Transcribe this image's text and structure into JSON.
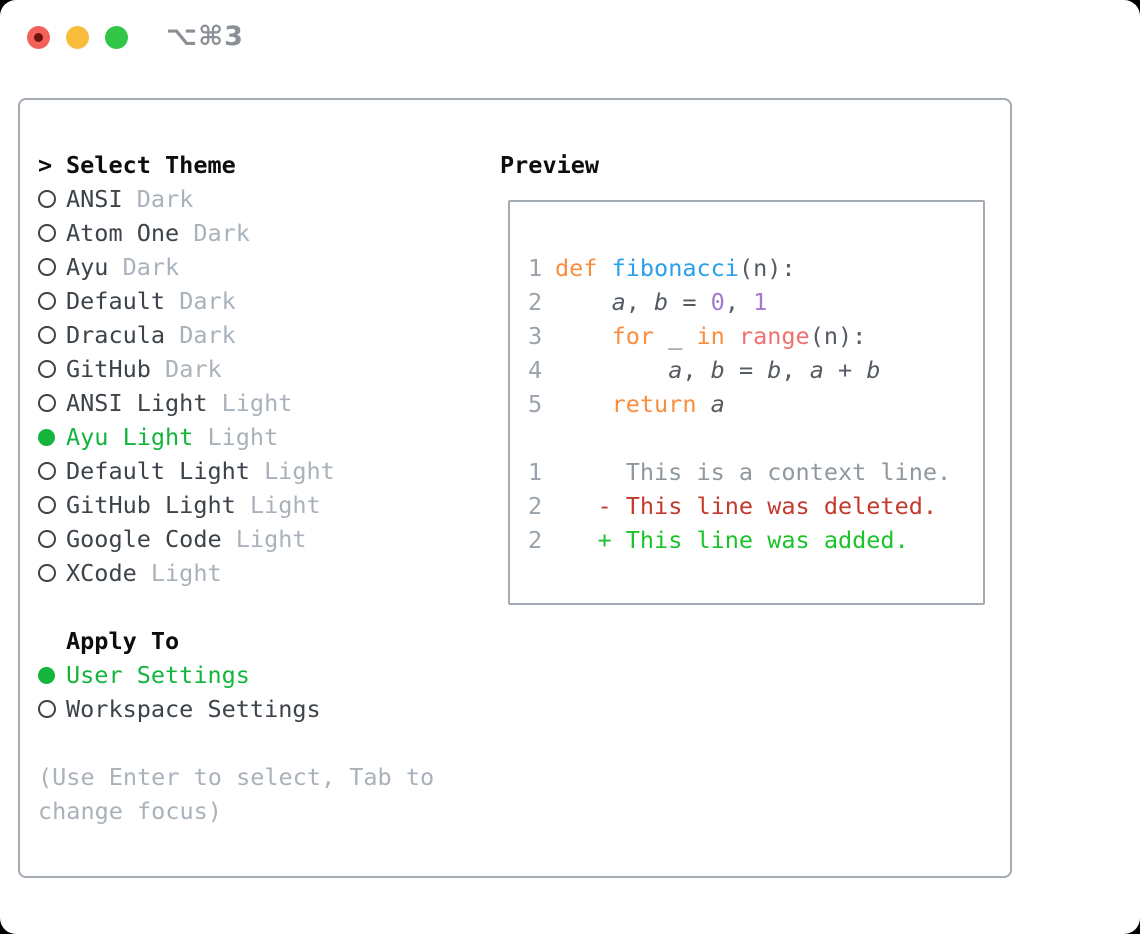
{
  "window": {
    "shortcut": "⌥⌘3"
  },
  "colors": {
    "accent_green": "#14b53c",
    "diff_deleted_red": "#c43a2d",
    "diff_added_green": "#1cc32d",
    "keyword_orange": "#fa8d3e",
    "function_blue": "#2aa0ea",
    "constant_purple": "#a37acc",
    "call_salmon": "#f0716f",
    "muted_gray": "#a9b2bb",
    "line_number_gray": "#9aa3ac",
    "border_gray": "#a4abb3"
  },
  "theme_list": {
    "prompt": ">",
    "title": "Select Theme",
    "items": [
      {
        "name": "ANSI",
        "variant": "Dark",
        "selected": false
      },
      {
        "name": "Atom One",
        "variant": "Dark",
        "selected": false
      },
      {
        "name": "Ayu",
        "variant": "Dark",
        "selected": false
      },
      {
        "name": "Default",
        "variant": "Dark",
        "selected": false
      },
      {
        "name": "Dracula",
        "variant": "Dark",
        "selected": false
      },
      {
        "name": "GitHub",
        "variant": "Dark",
        "selected": false
      },
      {
        "name": "ANSI Light",
        "variant": "Light",
        "selected": false
      },
      {
        "name": "Ayu Light",
        "variant": "Light",
        "selected": true
      },
      {
        "name": "Default Light",
        "variant": "Light",
        "selected": false
      },
      {
        "name": "GitHub Light",
        "variant": "Light",
        "selected": false
      },
      {
        "name": "Google Code",
        "variant": "Light",
        "selected": false
      },
      {
        "name": "XCode",
        "variant": "Light",
        "selected": false
      }
    ]
  },
  "apply_to": {
    "title": "Apply To",
    "options": [
      {
        "label": "User Settings",
        "selected": true
      },
      {
        "label": "Workspace Settings",
        "selected": false
      }
    ]
  },
  "help_text": "(Use Enter to select, Tab to change focus)",
  "preview": {
    "title": "Preview",
    "lines": [
      {
        "num": "1",
        "tokens": [
          {
            "t": "def",
            "s": "kw"
          },
          {
            "t": " ",
            "s": "pl"
          },
          {
            "t": "fibonacci",
            "s": "fn"
          },
          {
            "t": "(n):",
            "s": "pl"
          }
        ]
      },
      {
        "num": "2",
        "tokens": [
          {
            "t": "    ",
            "s": "pl"
          },
          {
            "t": "a",
            "s": "var"
          },
          {
            "t": ", ",
            "s": "pl"
          },
          {
            "t": "b",
            "s": "var"
          },
          {
            "t": " = ",
            "s": "pl"
          },
          {
            "t": "0",
            "s": "num"
          },
          {
            "t": ", ",
            "s": "pl"
          },
          {
            "t": "1",
            "s": "num"
          }
        ]
      },
      {
        "num": "3",
        "tokens": [
          {
            "t": "    ",
            "s": "pl"
          },
          {
            "t": "for",
            "s": "kw"
          },
          {
            "t": " _ ",
            "s": "pl"
          },
          {
            "t": "in",
            "s": "kw"
          },
          {
            "t": " ",
            "s": "pl"
          },
          {
            "t": "range",
            "s": "call"
          },
          {
            "t": "(n):",
            "s": "pl"
          }
        ]
      },
      {
        "num": "4",
        "tokens": [
          {
            "t": "        ",
            "s": "pl"
          },
          {
            "t": "a",
            "s": "var"
          },
          {
            "t": ", ",
            "s": "pl"
          },
          {
            "t": "b",
            "s": "var"
          },
          {
            "t": " = ",
            "s": "pl"
          },
          {
            "t": "b",
            "s": "var"
          },
          {
            "t": ", ",
            "s": "pl"
          },
          {
            "t": "a",
            "s": "var"
          },
          {
            "t": " + ",
            "s": "pl"
          },
          {
            "t": "b",
            "s": "var"
          }
        ]
      },
      {
        "num": "5",
        "tokens": [
          {
            "t": "    ",
            "s": "pl"
          },
          {
            "t": "return",
            "s": "kw"
          },
          {
            "t": " ",
            "s": "pl"
          },
          {
            "t": "a",
            "s": "var"
          }
        ]
      },
      {
        "num": "",
        "tokens": []
      },
      {
        "num": "1",
        "tokens": [
          {
            "t": "     This is a context line.",
            "s": "ctx"
          }
        ]
      },
      {
        "num": "2",
        "tokens": [
          {
            "t": "   ",
            "s": "pl"
          },
          {
            "t": "- This line was deleted.",
            "s": "del"
          }
        ]
      },
      {
        "num": "2",
        "tokens": [
          {
            "t": "   ",
            "s": "pl"
          },
          {
            "t": "+ This line was added.",
            "s": "add"
          }
        ]
      }
    ]
  }
}
